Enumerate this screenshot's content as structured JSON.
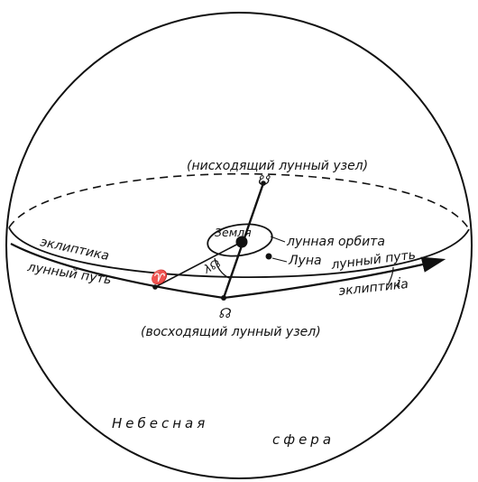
{
  "labels": {
    "descending_node": "(нисходящий лунный узел)",
    "ascending_node": "(восходящий лунный узел)",
    "earth": "Земля",
    "lunar_orbit": "лунная орбита",
    "moon": "Луна",
    "ecliptic_left": "эклиптика",
    "ecliptic_right": "эклиптика",
    "lunar_path_left": "лунный путь",
    "lunar_path_right": "лунный путь",
    "celestial_word1": "Небесная",
    "celestial_word2": "сфера",
    "angle_lambda": "λ☊",
    "inclination": "i",
    "vernal_equinox": "♈",
    "descending_symbol": "☋",
    "ascending_symbol": "☊"
  }
}
